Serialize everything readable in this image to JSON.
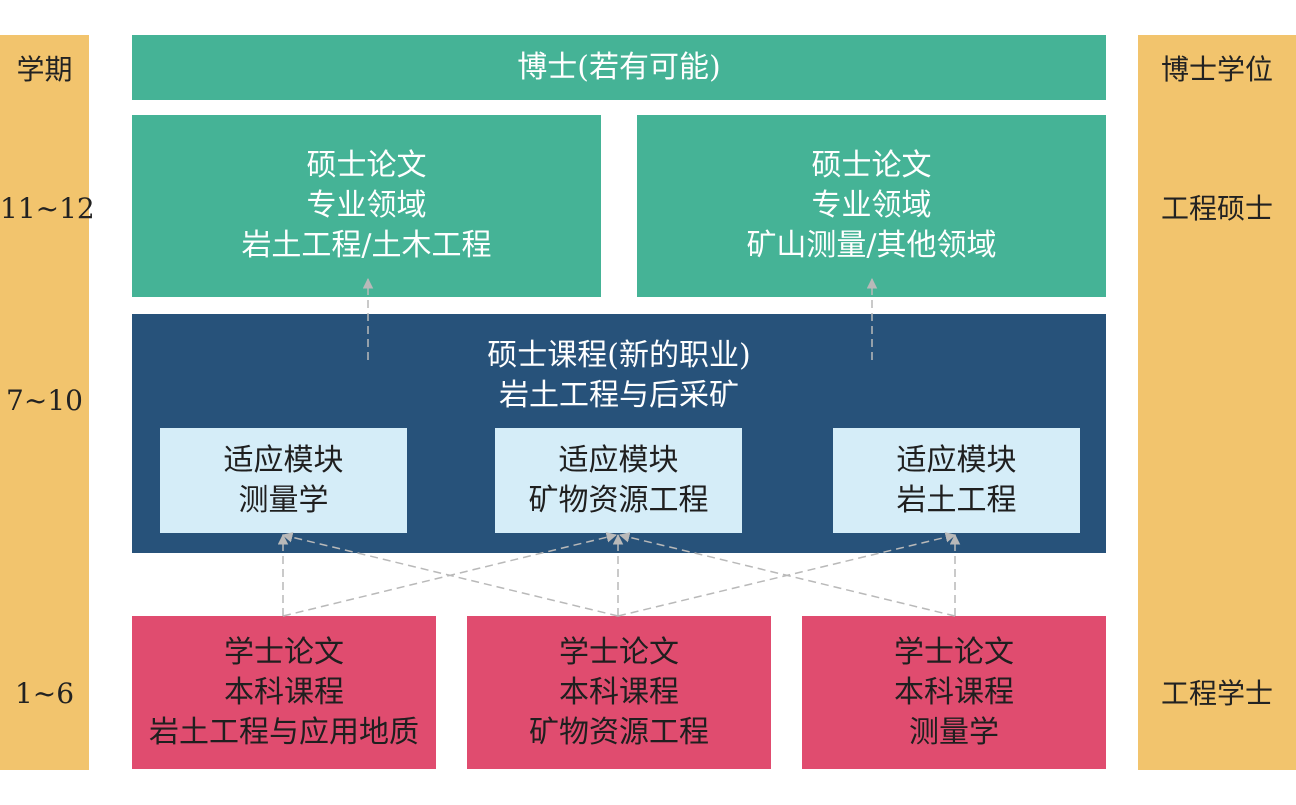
{
  "left_labels": {
    "header": "学期",
    "row_11_12": "11~12",
    "row_7_10": "7~10",
    "row_1_6": "1~6"
  },
  "right_labels": {
    "header": "博士学位",
    "master": "工程硕士",
    "bachelor": "工程学士"
  },
  "doctor": {
    "label": "博士(若有可能)"
  },
  "thesis_left": {
    "line1": "硕士论文",
    "line2": "专业领域",
    "line3": "岩土工程/土木工程"
  },
  "thesis_right": {
    "line1": "硕士论文",
    "line2": "专业领域",
    "line3": "矿山测量/其他领域"
  },
  "master_course": {
    "line1": "硕士课程(新的职业)",
    "line2": "岩土工程与后采矿"
  },
  "modules": [
    {
      "line1": "适应模块",
      "line2": "测量学"
    },
    {
      "line1": "适应模块",
      "line2": "矿物资源工程"
    },
    {
      "line1": "适应模块",
      "line2": "岩土工程"
    }
  ],
  "bachelors": [
    {
      "line1": "学士论文",
      "line2": "本科课程",
      "line3": "岩土工程与应用地质"
    },
    {
      "line1": "学士论文",
      "line2": "本科课程",
      "line3": "矿物资源工程"
    },
    {
      "line1": "学士论文",
      "line2": "本科课程",
      "line3": "测量学"
    }
  ],
  "colors": {
    "green": "#45b396",
    "navy": "#27527a",
    "light_blue": "#d5edf8",
    "red": "#e04c6f",
    "side": "#f2c46d",
    "arrow": "#b9b9b9"
  }
}
